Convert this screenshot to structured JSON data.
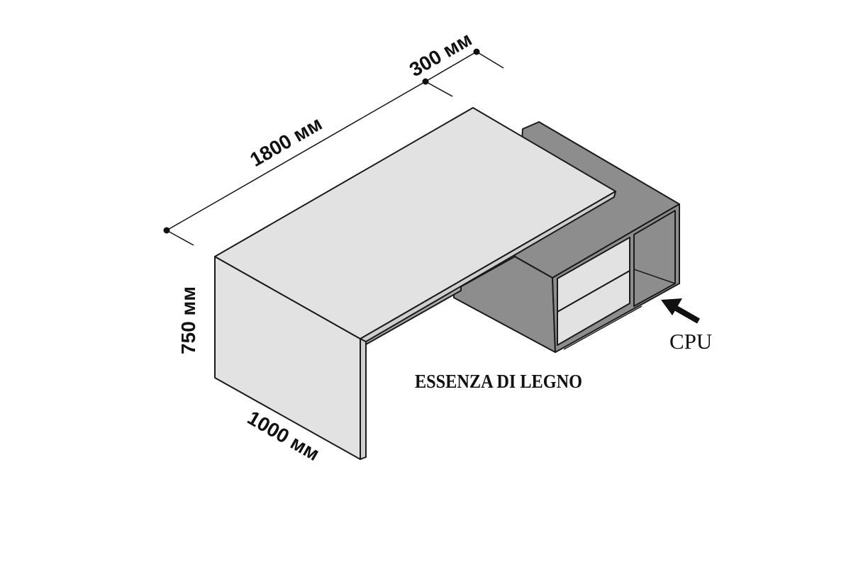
{
  "dimensions": {
    "length": "1800 мм",
    "return_depth": "300 мм",
    "height": "750 мм",
    "depth": "1000 мм"
  },
  "labels": {
    "material": "ESSENZA DI LEGNO",
    "cpu": "CPU"
  },
  "colors": {
    "desktop": "#e2e2e2",
    "cabinet": "#8d8d8d",
    "outline": "#1a1a1a"
  }
}
